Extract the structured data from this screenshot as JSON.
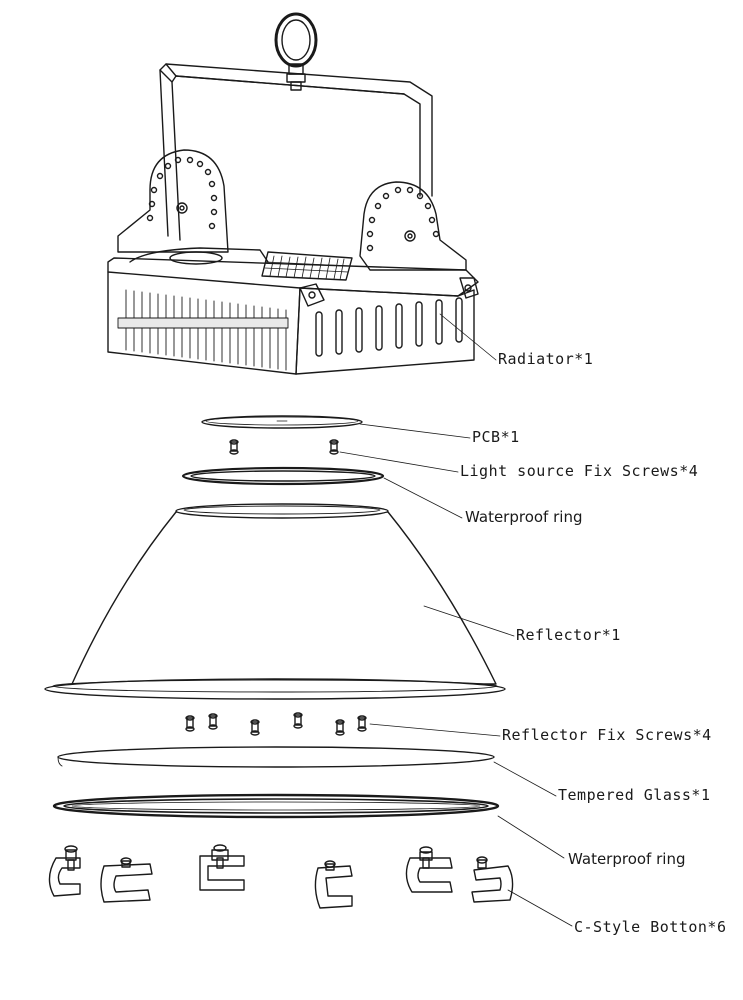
{
  "labels": {
    "radiator": "Radiator*1",
    "pcb": "PCB*1",
    "light_screws": "Light source Fix Screws*4",
    "waterproof_ring_top": "Waterproof ring",
    "reflector": "Reflector*1",
    "reflector_screws": "Reflector Fix Screws*4",
    "tempered_glass": "Tempered Glass*1",
    "waterproof_ring_bottom": "Waterproof ring",
    "c_style_button": "C-Style Botton*6"
  },
  "colors": {
    "line": "#1a1a1a",
    "fill": "#ffffff",
    "shade": "#e9e9e9"
  }
}
